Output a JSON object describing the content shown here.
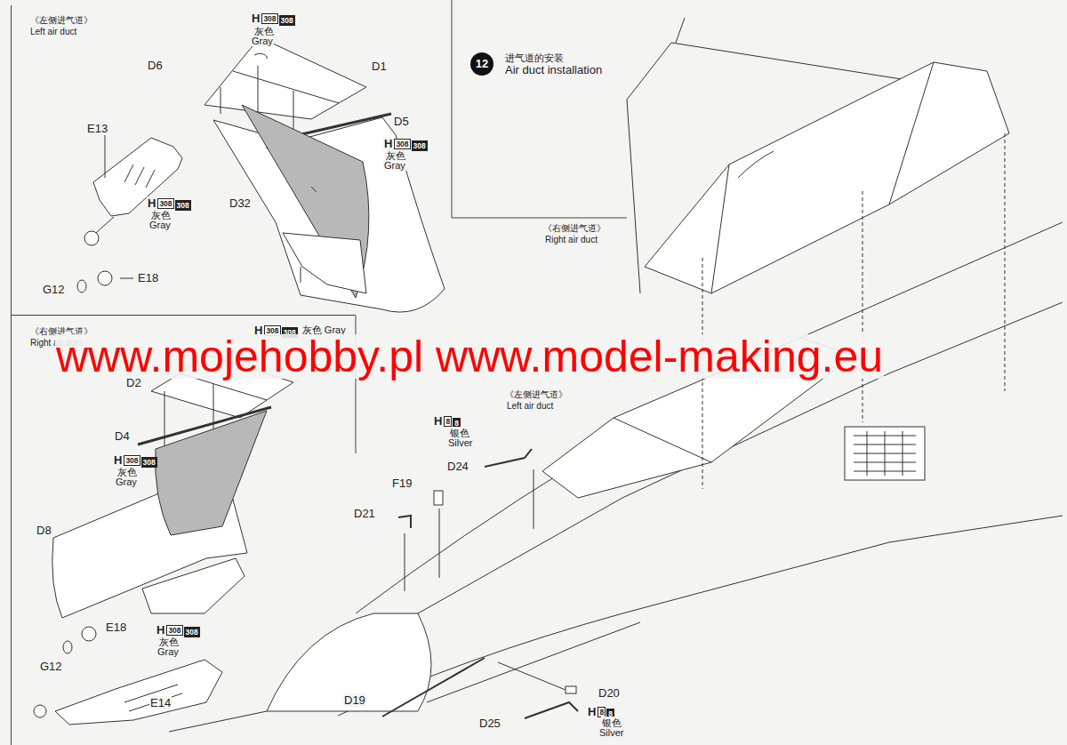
{
  "diagram": {
    "nodes": [
      {
        "text": [
          "《左侧进气道》",
          "Left air duct"
        ]
      },
      {
        "text": [
          "12"
        ]
      },
      {
        "text": [
          "《右侧进气道》",
          "Right air duct"
        ]
      }
    ],
    "labels": [
      "H",
      "308",
      "308",
      "灰色",
      "Gray",
      "D6",
      "D1",
      "D5",
      "H",
      "308",
      "308",
      "灰色",
      "Gray",
      "E13",
      "H",
      "308",
      "308",
      "灰色",
      "Gray",
      "D32",
      "E18",
      "G12",
      "进气道的安装",
      "Air duct installation",
      "《右侧进气道》",
      "Right air duct",
      "《左侧进气道》",
      "Left air duct",
      "H",
      "8",
      "8",
      "银色",
      "Silver",
      "D24",
      "F19",
      "D21",
      "D19",
      "D20",
      "D25",
      "H",
      "8",
      "8",
      "银色",
      "Silver",
      "H",
      "308",
      "308",
      "灰色 Gray",
      "D2",
      "D4",
      "H",
      "308",
      "308",
      "灰色",
      "Gray",
      "D8",
      "E18",
      "G12",
      "H",
      "308",
      "308",
      "灰色",
      "Gray",
      "E14",
      "www.mojehobby.pl www.model-making.eu"
    ]
  }
}
